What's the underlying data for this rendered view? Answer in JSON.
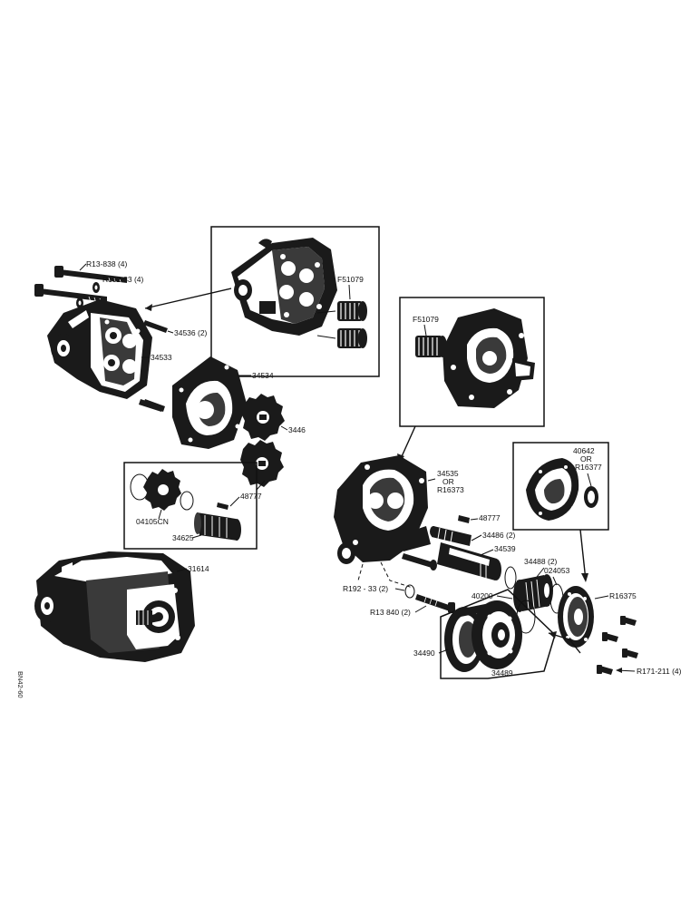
{
  "figure_id": "BN42-60",
  "labels": {
    "r13_838": "R13-838 (4)",
    "r192_33_4": "R192-33 (4)",
    "p34536": "34536 (2)",
    "p34533": "34533",
    "p34534": "34534",
    "p3446": "3446",
    "p48777_left": "48777",
    "p04105cn": "04105CN",
    "p34625": "34625",
    "p31614": "31614",
    "f51079_left": "F51079",
    "f51079_right": "F51079",
    "p34535_a": "34535",
    "p34535_b": "OR",
    "p34535_c": "R16373",
    "p48777_right": "48777",
    "p34486": "34486 (2)",
    "p34539": "34539",
    "p34488": "34488 (2)",
    "p024053": "024053",
    "p40200": "40200",
    "r192_33_2": "R192 - 33 (2)",
    "r13_840": "R13  840 (2)",
    "p34490": "34490",
    "p34489": "34489",
    "p40642_a": "40642",
    "p40642_b": "OR",
    "p40642_c": "R16377",
    "r16375": "R16375",
    "r171_211": "R171-211 (4)"
  }
}
